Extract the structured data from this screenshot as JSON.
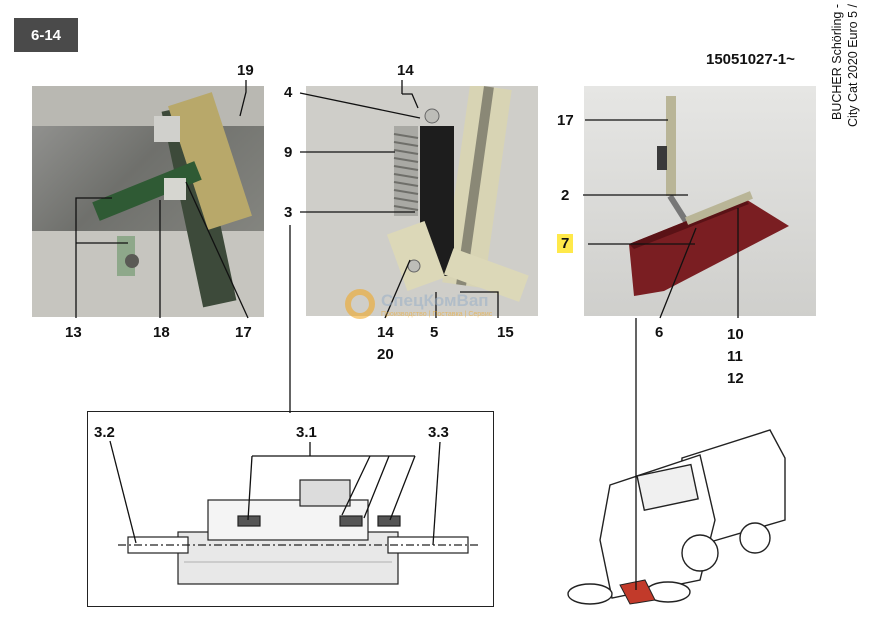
{
  "header": {
    "page_number": "6-14",
    "document_code": "15051027-1~",
    "brand_line_1": "BUCHER Schörling -",
    "brand_line_2": "City Cat 2020 Euro 5 /"
  },
  "watermark": {
    "title": "СпецКомВап",
    "subtitle": "Производство | Поставка | Сервис"
  },
  "callouts": {
    "photo1": [
      "19",
      "13",
      "18",
      "17"
    ],
    "photo2": [
      "14",
      "4",
      "9",
      "3",
      "14",
      "20",
      "5",
      "15"
    ],
    "photo3": [
      "17",
      "2",
      "7",
      "6",
      "10",
      "11",
      "12"
    ],
    "detail": [
      "3.2",
      "3.1",
      "3.3"
    ]
  },
  "highlighted_callout": "7",
  "colors": {
    "badge": "#4a4a4a",
    "highlight": "#ffe94a",
    "blade": "#7a1e22",
    "watermark_orange": "#f2a51a"
  }
}
